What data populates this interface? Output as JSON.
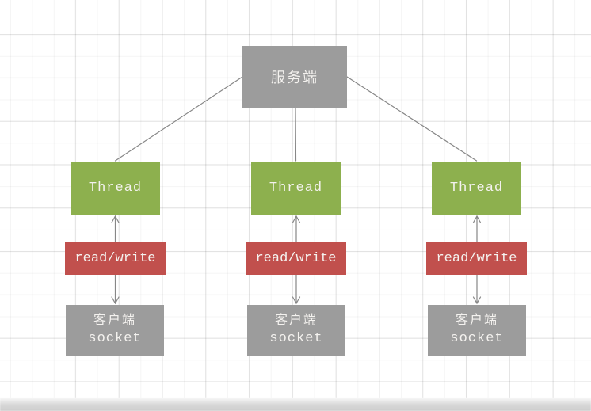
{
  "diagram": {
    "server": {
      "label": "服务端"
    },
    "columns": [
      {
        "thread_label": "Thread",
        "io_label": "read/write",
        "client_line1": "客户端",
        "client_line2": "socket"
      },
      {
        "thread_label": "Thread",
        "io_label": "read/write",
        "client_line1": "客户端",
        "client_line2": "socket"
      },
      {
        "thread_label": "Thread",
        "io_label": "read/write",
        "client_line1": "客户端",
        "client_line2": "socket"
      }
    ],
    "colors": {
      "server_fill": "#9c9c9c",
      "thread_fill": "#8db04e",
      "io_fill": "#c1504d",
      "client_fill": "#9c9c9c",
      "label_text": "#f4f2ef",
      "connector": "#878787",
      "grid_major": "#e8e8e8",
      "grid_minor": "#f4f4f4",
      "canvas_bg": "#ffffff"
    }
  }
}
